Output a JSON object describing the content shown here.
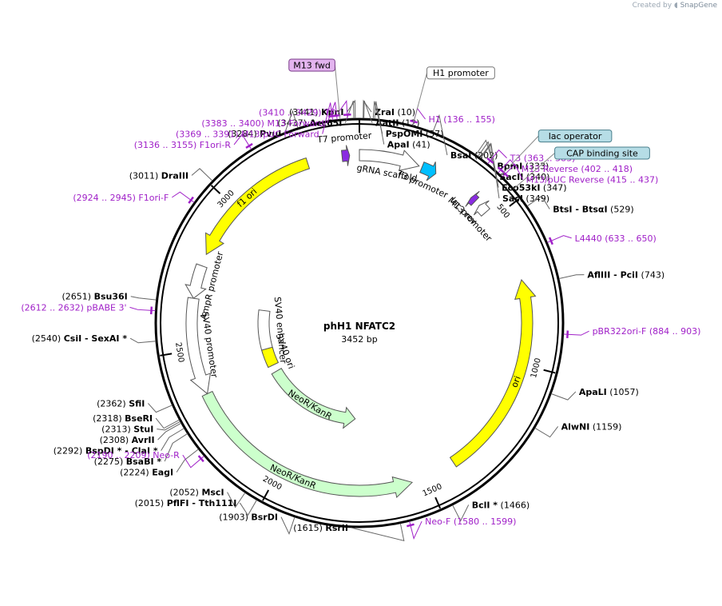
{
  "credit": {
    "prefix": "Created by",
    "brand": "SnapGene"
  },
  "plasmid": {
    "name": "phH1 NFATC2",
    "size_label": "3452 bp",
    "length": 3452
  },
  "ticks": [
    {
      "label": "500",
      "pos": 500
    },
    {
      "label": "1000",
      "pos": 1000
    },
    {
      "label": "1500",
      "pos": 1500
    },
    {
      "label": "2000",
      "pos": 2000
    },
    {
      "label": "2500",
      "pos": 2500
    },
    {
      "label": "3000",
      "pos": 3000
    }
  ],
  "sites_right": [
    {
      "name": "ZraI",
      "coord": "(10)",
      "pos": 10
    },
    {
      "name": "AatII",
      "coord": "(12)",
      "pos": 12
    },
    {
      "name": "PspOMI",
      "coord": "(37)",
      "pos": 37
    },
    {
      "name": "ApaI",
      "coord": "(41)",
      "pos": 41
    },
    {
      "name": "BsaI",
      "coord": "(202)",
      "pos": 202
    },
    {
      "name": "BpmI",
      "coord": "(333)",
      "pos": 333
    },
    {
      "name": "SacII",
      "coord": "(340)",
      "pos": 340
    },
    {
      "name": "Eco53kI",
      "coord": "(347)",
      "pos": 347
    },
    {
      "name": "SacI",
      "coord": "(349)",
      "pos": 349
    },
    {
      "name": "BtsI",
      "name2": "BtsαI",
      "coord": "(529)",
      "pos": 529
    },
    {
      "name": "AflIII",
      "name2": "PciI",
      "coord": "(743)",
      "pos": 743
    },
    {
      "name": "ApaLI",
      "coord": "(1057)",
      "pos": 1057
    },
    {
      "name": "AlwNI",
      "coord": "(1159)",
      "pos": 1159
    },
    {
      "name": "BclI *",
      "coord": "(1466)",
      "pos": 1466
    }
  ],
  "sites_left": [
    {
      "name": "KpnI",
      "coord": "(3441)",
      "pos": 3441
    },
    {
      "name": "Acc65I",
      "coord": "(3437)",
      "pos": 3437
    },
    {
      "name": "PvuI",
      "coord": "(3284)",
      "pos": 3284
    },
    {
      "name": "DraIII",
      "coord": "(3011)",
      "pos": 3011
    },
    {
      "name": "Bsu36I",
      "coord": "(2651)",
      "pos": 2651
    },
    {
      "name": "CsiI",
      "name2": "SexAI *",
      "coord": "(2540)",
      "pos": 2540
    },
    {
      "name": "SfiI",
      "coord": "(2362)",
      "pos": 2362
    },
    {
      "name": "BseRI",
      "coord": "(2318)",
      "pos": 2318
    },
    {
      "name": "StuI",
      "coord": "(2313)",
      "pos": 2313
    },
    {
      "name": "AvrII",
      "coord": "(2308)",
      "pos": 2308
    },
    {
      "name": "BspDI *",
      "name2": "ClaI *",
      "coord": "(2292)",
      "pos": 2292
    },
    {
      "name": "BsaBI *",
      "coord": "(2275)",
      "pos": 2275
    },
    {
      "name": "EagI",
      "coord": "(2224)",
      "pos": 2224
    },
    {
      "name": "MscI",
      "coord": "(2052)",
      "pos": 2052
    },
    {
      "name": "PflFI",
      "name2": "Tth111I",
      "coord": "(2015)",
      "pos": 2015
    },
    {
      "name": "BsrDI",
      "coord": "(1903)",
      "pos": 1903
    },
    {
      "name": "RsrII",
      "coord": "(1615)",
      "pos": 1615
    }
  ],
  "primers_right": [
    {
      "name": "H1",
      "coord": "(136 .. 155)",
      "pos": 145
    },
    {
      "name": "T3",
      "coord": "(363 .. 383)",
      "pos": 373
    },
    {
      "name": "M13 Reverse",
      "coord": "(402 .. 418)",
      "pos": 410
    },
    {
      "name": "M13/pUC Reverse",
      "coord": "(415 .. 437)",
      "pos": 426
    },
    {
      "name": "L4440",
      "coord": "(633 .. 650)",
      "pos": 641
    },
    {
      "name": "pBR322ori-F",
      "coord": "(884 .. 903)",
      "pos": 893
    },
    {
      "name": "Neo-F",
      "coord": "(1580 .. 1599)",
      "pos": 1590
    }
  ],
  "primers_left": [
    {
      "name": "T7",
      "coord": "(3410 .. 3429)",
      "pos": 3420
    },
    {
      "name": "M13 Forward",
      "coord": "(3383 .. 3400)",
      "pos": 3392
    },
    {
      "name": "M13/pUC Forward",
      "coord": "(3369 .. 3391)",
      "pos": 3380
    },
    {
      "name": "F1ori-R",
      "coord": "(3136 .. 3155)",
      "pos": 3146
    },
    {
      "name": "F1ori-F",
      "coord": "(2924 .. 2945)",
      "pos": 2935
    },
    {
      "name": "pBABE 3'",
      "coord": "(2612 .. 2632)",
      "pos": 2622
    },
    {
      "name": "Neo-R",
      "coord": "(2190 .. 2209)",
      "pos": 2200
    }
  ],
  "boxed_labels": [
    {
      "text": "H1 promoter",
      "style": "white",
      "pos": 145
    },
    {
      "text": "M13 fwd",
      "style": "purple",
      "pos": 3400
    },
    {
      "text": "lac operator",
      "style": "teal",
      "pos": 420
    },
    {
      "text": "CAP binding site",
      "style": "teal",
      "pos": 470
    }
  ],
  "features": [
    {
      "label": "T7 promoter",
      "start": 3395,
      "end": 3420,
      "dir": 1,
      "ring": 0,
      "color": "#8a2be2",
      "label_pos": "outside"
    },
    {
      "label": "gRNA scaffold",
      "start": 0,
      "end": 200,
      "dir": 1,
      "ring": 0,
      "color": "#ffffff",
      "label_pos": "inside"
    },
    {
      "label": "T3 promoter",
      "start": 210,
      "end": 260,
      "dir": 1,
      "ring": 0,
      "color": "#00bfff",
      "label_pos": "inside"
    },
    {
      "label": "M13 rev",
      "start": 400,
      "end": 418,
      "dir": -1,
      "ring": 0,
      "color": "#8a2be2",
      "label_pos": "inside"
    },
    {
      "label": "lac promoter",
      "start": 437,
      "end": 468,
      "dir": -1,
      "ring": 0,
      "color": "#ffffff",
      "label_pos": "inside"
    },
    {
      "label": "ori",
      "start": 720,
      "end": 1400,
      "dir": -1,
      "ring": 0,
      "color": "#ffff00",
      "label_pos": "on"
    },
    {
      "label": "NeoR/KanR",
      "start": 1550,
      "end": 2350,
      "dir": -1,
      "ring": 0,
      "color": "#ccffcc",
      "label_pos": "on"
    },
    {
      "label": "NeoR/KanR",
      "start": 1750,
      "end": 2300,
      "dir": -1,
      "ring": 1,
      "color": "#ccffcc",
      "label_pos": "on"
    },
    {
      "label": "f1 ori",
      "start": 2820,
      "end": 3280,
      "dir": -1,
      "ring": 0,
      "color": "#ffff00",
      "label_pos": "on"
    },
    {
      "label": "AmpR promoter",
      "start": 2670,
      "end": 2780,
      "dir": -1,
      "ring": 0,
      "color": "#ffffff",
      "label_pos": "inside"
    },
    {
      "label": "SV40 promoter",
      "start": 2350,
      "end": 2670,
      "dir": -1,
      "ring": 0,
      "color": "#ffffff",
      "label_pos": "inside"
    },
    {
      "label": "SV40 enhancer",
      "start": 2420,
      "end": 2660,
      "dir": 0,
      "ring": 1,
      "color": "#ffffff",
      "label_pos": "inside"
    },
    {
      "label": "SV40 ori",
      "start": 2340,
      "end": 2440,
      "dir": 0,
      "ring": 1,
      "color": "#ffff00",
      "label_pos": "inside"
    }
  ]
}
